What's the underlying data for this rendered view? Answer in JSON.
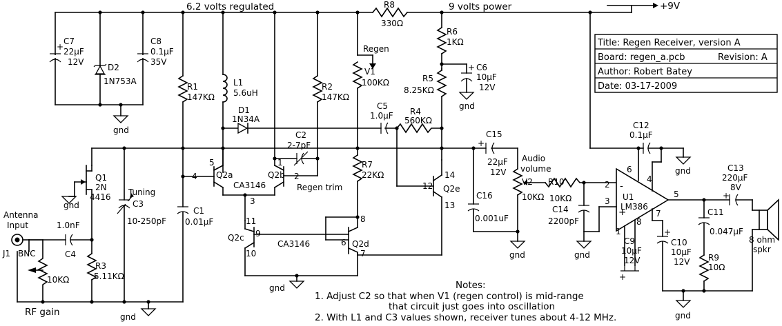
{
  "rails": {
    "regulated": "6.2 volts regulated",
    "power": "9 volts power",
    "supply": "+9V"
  },
  "title_block": {
    "title": "Title: Regen Receiver, version A",
    "board": "Board: regen_a.pcb",
    "revision": "Revision: A",
    "author": "Author: Robert Batey",
    "date": "Date: 03-17-2009"
  },
  "components": {
    "c7": {
      "ref": "C7",
      "value": "22µF",
      "rating": "12V"
    },
    "d2": {
      "ref": "D2",
      "value": "1N753A"
    },
    "c8": {
      "ref": "C8",
      "value": "0.1µF",
      "rating": "35V"
    },
    "r1": {
      "ref": "R1",
      "value": "147KΩ"
    },
    "l1": {
      "ref": "L1",
      "value": "5.6uH"
    },
    "d1": {
      "ref": "D1",
      "value": "1N34A"
    },
    "r2": {
      "ref": "R2",
      "value": "147KΩ"
    },
    "c2": {
      "ref": "C2",
      "value": "2-7pF"
    },
    "regen_trim": "Regen trim",
    "r8": {
      "ref": "R8",
      "value": "330Ω"
    },
    "v1": {
      "label": "Regen",
      "ref": "V1",
      "value": "100KΩ"
    },
    "r6": {
      "ref": "R6",
      "value": "1KΩ"
    },
    "c6": {
      "ref": "C6",
      "value": "10µF",
      "rating": "12V"
    },
    "r5": {
      "ref": "R5",
      "value": "8.25KΩ"
    },
    "c5": {
      "ref": "C5",
      "value": "1.0µF"
    },
    "r4": {
      "ref": "R4",
      "value": "560KΩ"
    },
    "r7": {
      "ref": "R7",
      "value": "22KΩ"
    },
    "q2e": {
      "ref": "Q2e",
      "pin_b": "12",
      "pin_c": "14",
      "pin_e": "13"
    },
    "c15": {
      "ref": "C15",
      "value": "22µF",
      "rating": "12V"
    },
    "audio_volume": {
      "line1": "Audio",
      "line2": "volume",
      "ref": "V2",
      "value": "10KΩ"
    },
    "c16": {
      "ref": "C16",
      "value": "0.001uF"
    },
    "r10": {
      "ref": "R10",
      "value": "10KΩ"
    },
    "c14": {
      "ref": "C14",
      "value": "2200pF"
    },
    "c12": {
      "ref": "C12",
      "value": "0.1µF"
    },
    "u1": {
      "ref": "U1",
      "part": "LM386",
      "pins": [
        "2",
        "3",
        "4",
        "5",
        "6",
        "7",
        "8",
        "1"
      ]
    },
    "c9": {
      "ref": "C9",
      "value": "10µF",
      "rating": "12V"
    },
    "c10": {
      "ref": "C10",
      "value": "10µF",
      "rating": "12V"
    },
    "c13": {
      "ref": "C13",
      "value": "220µF",
      "rating": "8V"
    },
    "c11": {
      "ref": "C11",
      "value": "0.047µF"
    },
    "r9": {
      "ref": "R9",
      "value": "10Ω"
    },
    "speaker": {
      "line1": "8 ohm",
      "line2": "spkr"
    },
    "q1": {
      "ref": "Q1",
      "line2": "2N",
      "line3": "4416"
    },
    "c3": {
      "label": "Tuning",
      "ref": "C3",
      "value": "10-250pF"
    },
    "c1": {
      "ref": "C1",
      "value": "0.01µF"
    },
    "c4": {
      "ref": "C4",
      "value": "1.0nF"
    },
    "r3": {
      "ref": "R3",
      "value": "5.11KΩ"
    },
    "rf_gain_pot": {
      "value": "10KΩ"
    },
    "j1": {
      "ref": "J1",
      "type": "BNC",
      "line1": "Antenna",
      "line2": "Input"
    },
    "rf_gain": "RF gain",
    "ca3146_top": {
      "part": "CA3146",
      "q2a": "Q2a",
      "q2b": "Q2b",
      "pins": [
        "5",
        "4",
        "3",
        "1",
        "2"
      ]
    },
    "ca3146_bottom": {
      "part": "CA3146",
      "q2c": "Q2c",
      "q2d": "Q2d",
      "pins": [
        "11",
        "9",
        "10",
        "8",
        "6",
        "7"
      ]
    }
  },
  "ground_label": "gnd",
  "notes": {
    "heading": "Notes:",
    "items": [
      "1.  Adjust C2 so that when V1 (regen control) is mid-range",
      "that circuit just goes into oscillation",
      "2. With L1 and C3 values shown, receiver tunes about 4-12 MHz."
    ]
  }
}
